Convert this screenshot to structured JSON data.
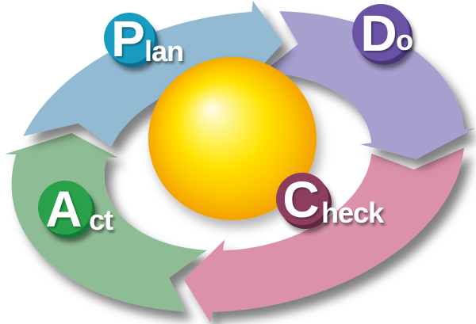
{
  "diagram": {
    "background": "#ffffff",
    "steps": [
      {
        "label": "Plan",
        "initial": "P",
        "rest": "lan",
        "arrow_color": "#93bad3",
        "badge_color": "#189bc1",
        "badge_dark": "#0b6e90"
      },
      {
        "label": "Do",
        "initial": "D",
        "rest": "o",
        "arrow_color": "#a7a0cf",
        "badge_color": "#6a53a4",
        "badge_dark": "#473677"
      },
      {
        "label": "Check",
        "initial": "C",
        "rest": "heck",
        "arrow_color": "#db92a8",
        "badge_color": "#8d3e5e",
        "badge_dark": "#5e2840"
      },
      {
        "label": "Act",
        "initial": "A",
        "rest": "ct",
        "arrow_color": "#8ebc94",
        "badge_color": "#29a14b",
        "badge_dark": "#15793a"
      }
    ],
    "sphere": {
      "highlight": "#fffdf0",
      "mid": "#ffe100",
      "edge": "#f29d01"
    }
  }
}
